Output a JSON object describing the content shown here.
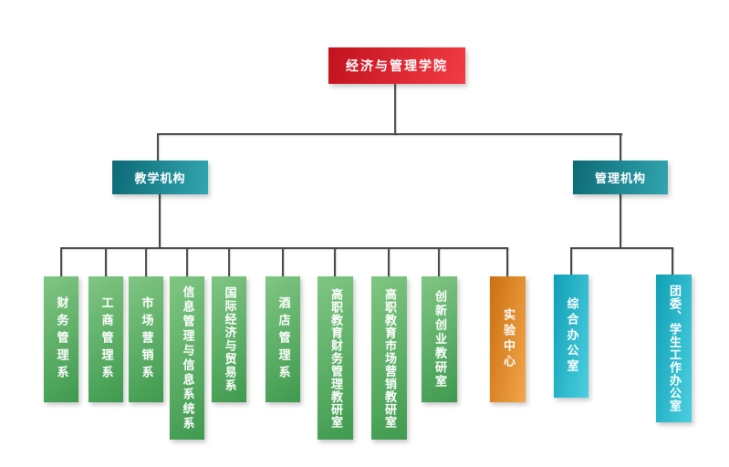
{
  "org_chart": {
    "root": {
      "label": "经济与管理学院"
    },
    "branches": [
      {
        "label": "教学机构",
        "children": [
          {
            "label": "财务管理系"
          },
          {
            "label": "工商管理系"
          },
          {
            "label": "市场营销系"
          },
          {
            "label": "信息管理与信息系统系"
          },
          {
            "label": "国际经济与贸易系"
          },
          {
            "label": "酒店管理系"
          },
          {
            "label": "高职教育财务管理教研室"
          },
          {
            "label": "高职教育市场营销教研室"
          },
          {
            "label": "创新创业教研室"
          },
          {
            "label": "实验中心"
          }
        ]
      },
      {
        "label": "管理机构",
        "children": [
          {
            "label": "综合办公室"
          },
          {
            "label": "团委、学生工作办公室"
          }
        ]
      }
    ],
    "colors": {
      "root_gradient": [
        "#c1121e",
        "#f43b44"
      ],
      "branch_gradient": [
        "#0d6a75",
        "#31a5b0"
      ],
      "dept_gradient": [
        "#80c683",
        "#3f9a4e"
      ],
      "highlight_gradient": [
        "#cb7010",
        "#f3a64a"
      ],
      "office_gradient": [
        "#0f9fb5",
        "#4ccfe0"
      ],
      "connector": "#4a4a4a",
      "label_text": "#ffffff",
      "background": "#ffffff"
    }
  }
}
